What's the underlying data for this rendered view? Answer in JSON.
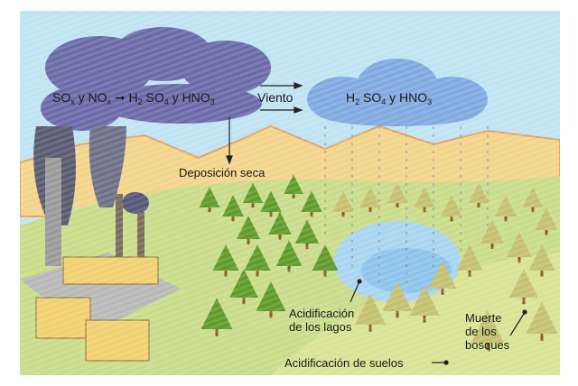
{
  "labels": {
    "left_formula": {
      "so": "SO",
      "x1": "x",
      "y1": " y NO",
      "x2": "x",
      "arrow": " ➞ H",
      "two1": "2",
      "so4": " SO",
      "four1": "4",
      "y2": " y HNO",
      "three1": "3"
    },
    "wind": "Viento",
    "right_formula": {
      "h": "H",
      "two": "2",
      "so": " SO",
      "four": "4",
      "y": " y HNO",
      "three": "3"
    },
    "dry_deposition": "Deposición seca",
    "lake_acidification": [
      "Acidificación",
      "de los lagos"
    ],
    "forest_death": [
      "Muerte",
      "de los",
      "bosques"
    ],
    "soil_acidification": "Acidificación de suelos"
  },
  "colors": {
    "sky": "#bfe3f2",
    "smoke_cloud": "#6a6aa8",
    "rain_cloud": "#7fa9e0",
    "hills": "#f2d48a",
    "field": "#c9dc8a",
    "lake": "#a9d4f0",
    "healthy_tree": "#5f9a2a",
    "dying_tree": "#c4c070"
  }
}
